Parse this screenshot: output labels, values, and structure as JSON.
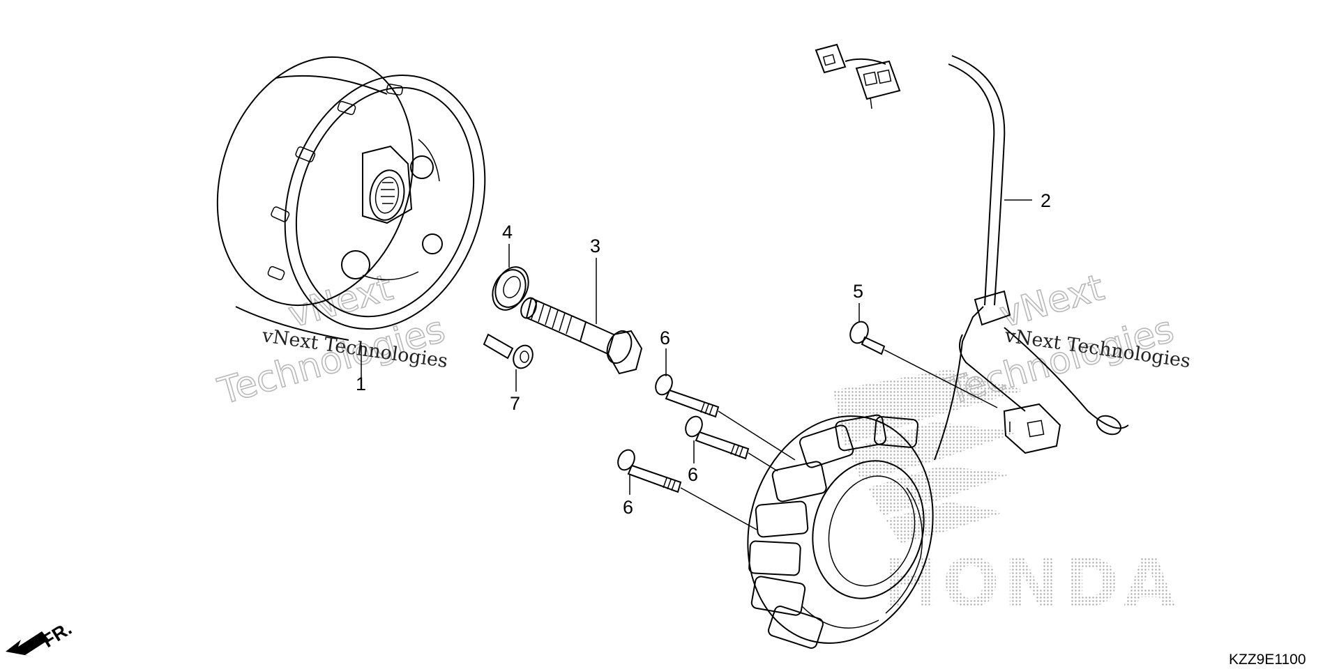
{
  "callouts": {
    "p1": "1",
    "p2": "2",
    "p3": "3",
    "p4": "4",
    "p5": "5",
    "p6a": "6",
    "p6b": "6",
    "p6c": "6",
    "p7": "7"
  },
  "watermark": {
    "text": "vNext Technologies",
    "big_line1": "vNext",
    "big_line2": "Technologies"
  },
  "direction_indicator": {
    "label": "FR.",
    "icon": "arrow-down-left-icon"
  },
  "brand_background": {
    "text": "HONDA"
  },
  "diagram_code": "KZZ9E1100"
}
